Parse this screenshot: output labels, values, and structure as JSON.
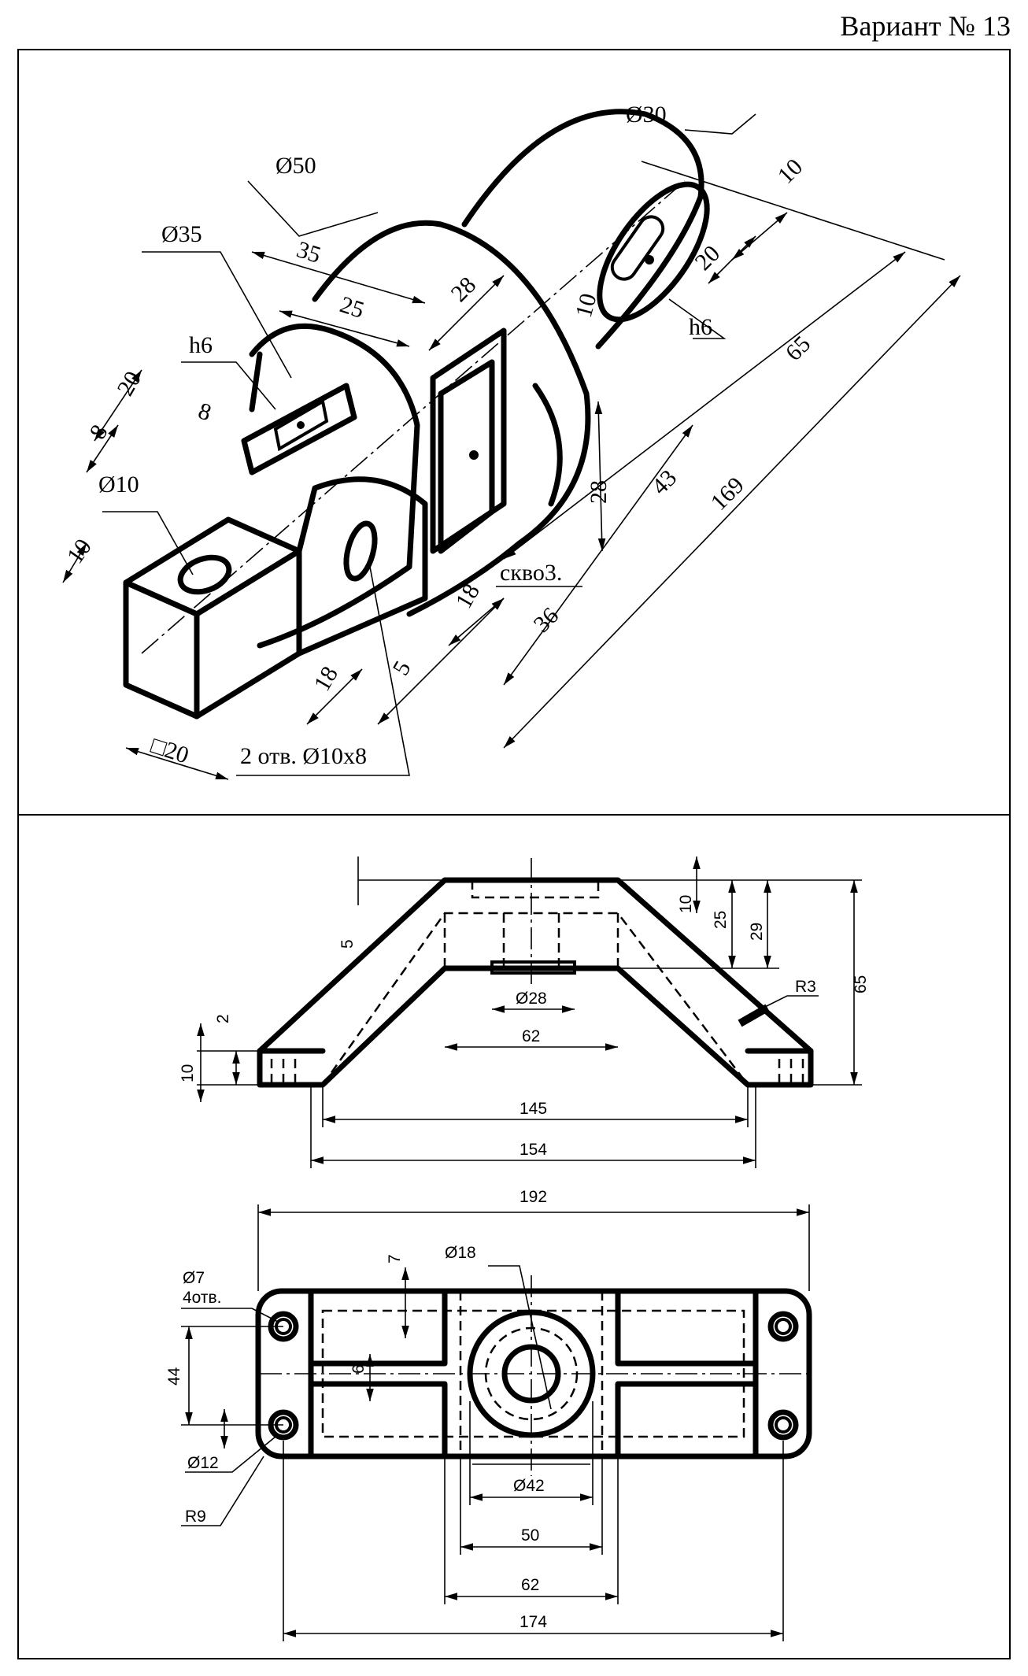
{
  "header": {
    "title": "Вариант № 13"
  },
  "iso_view": {
    "labels": {
      "d30": "Ø30",
      "d50": "Ø50",
      "d35": "Ø35",
      "d10": "Ø10",
      "h6_top": "h6",
      "h6_right": "h6",
      "skvoz": "скво3.",
      "holes": "2 отв.  Ø10х8",
      "sq20": "□20"
    },
    "dims": {
      "d35": "35",
      "d25": "25",
      "d28a": "28",
      "d10r": "10",
      "d20r": "20",
      "d10v": "10",
      "d65": "65",
      "d20l": "20",
      "d8a": "8",
      "d8b": "8",
      "d10l": "10",
      "d28v": "28",
      "d43": "43",
      "d169": "169",
      "d18a": "18",
      "d36": "36",
      "d18b": "18",
      "d5": "5"
    }
  },
  "front_view": {
    "dims": {
      "d5": "5",
      "d10": "10",
      "d25": "25",
      "d29": "29",
      "d65": "65",
      "d2": "2",
      "d10b": "10",
      "d28": "Ø28",
      "d62": "62",
      "d145": "145",
      "d154": "154",
      "r3": "R3"
    }
  },
  "top_view": {
    "dims": {
      "d192": "192",
      "d7": "7",
      "d18": "Ø18",
      "d7h": "Ø7",
      "d4otv": "4отв.",
      "d6": "6",
      "d44": "44",
      "d12": "Ø12",
      "r9": "R9",
      "d42": "Ø42",
      "d50": "50",
      "d62": "62",
      "d174": "174"
    }
  }
}
